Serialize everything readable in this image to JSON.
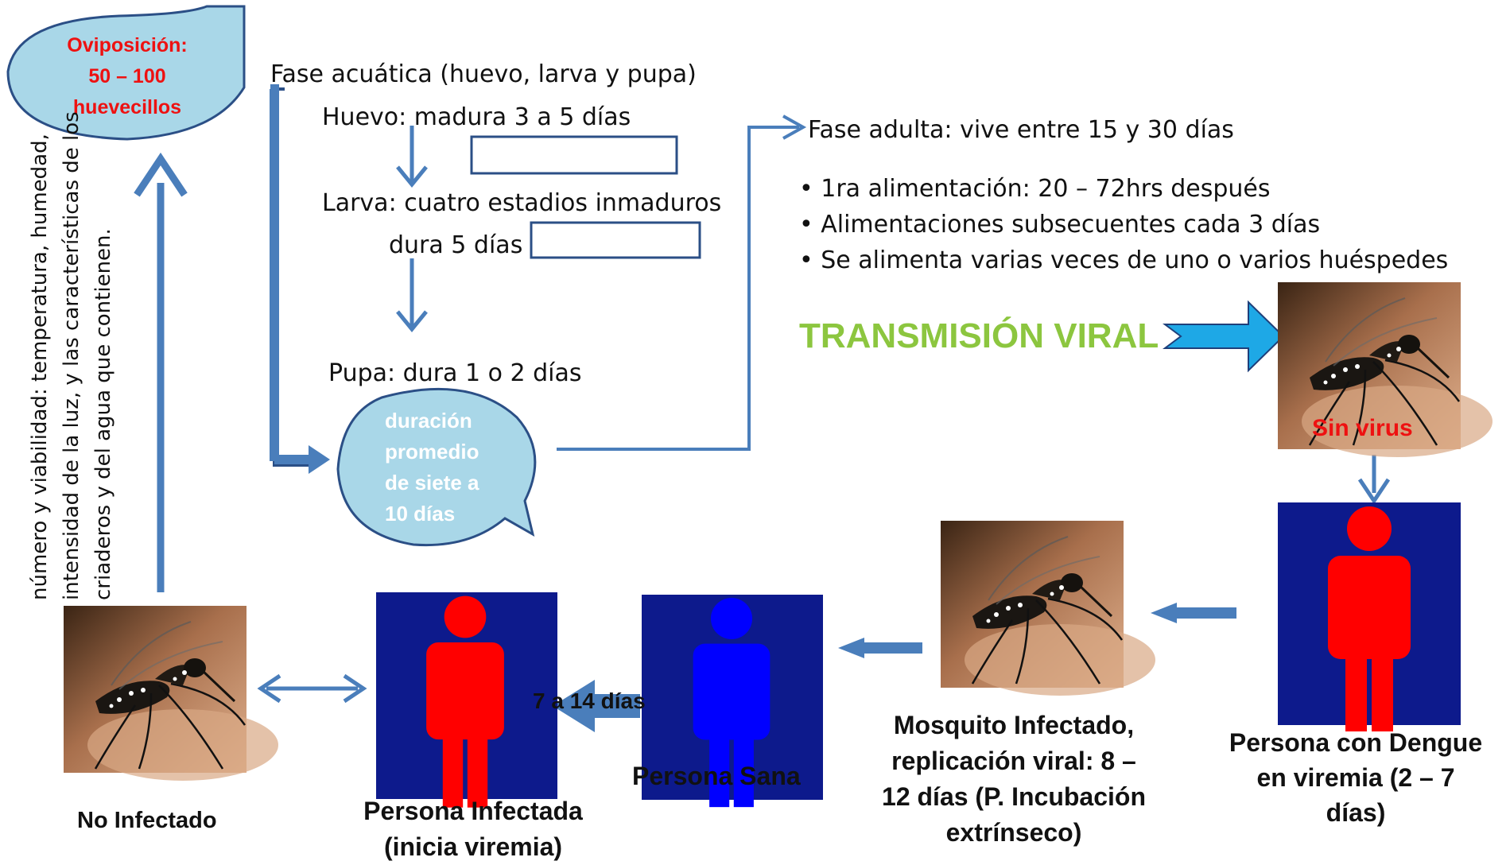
{
  "oviposition": {
    "title": "Oviposición:",
    "range": "50 – 100",
    "unit": "huevecillos"
  },
  "vertical_note": "número y viabilidad: temperatura, humedad, intensidad de la luz, y las características de los criaderos y del agua que contienen.",
  "aquatic": {
    "title": "Fase acuática (huevo, larva y pupa)",
    "egg": "Huevo: madura 3 a 5 días",
    "larva_line1": "Larva: cuatro estadios inmaduros",
    "larva_line2": "dura 5 días",
    "pupa": "Pupa: dura 1 o 2 días",
    "bubble": [
      "duración",
      "promedio",
      "de siete a",
      "10 días"
    ]
  },
  "adult": {
    "title": "Fase  adulta: vive entre 15 y 30 días",
    "bullets": [
      "1ra alimentación: 20 – 72hrs después",
      "Alimentaciones subsecuentes cada 3 días",
      "Se alimenta varias veces de uno o varios huéspedes"
    ]
  },
  "transmission": "TRANSMISIÓN VIRAL",
  "labels": {
    "no_virus": "Sin virus",
    "not_infected": "No Infectado",
    "infected_person": [
      "Persona Infectada",
      "(inicia viremia)"
    ],
    "days_7_14": "7 a 14 días",
    "healthy_person": "Persona Sana",
    "infected_mosquito": [
      "Mosquito Infectado,",
      "replicación viral: 8 –",
      "12 días (P. Incubación",
      "extrínseco)"
    ],
    "dengue_person": [
      "Persona con Dengue",
      "en viremia (2 – 7",
      "días)"
    ]
  },
  "colors": {
    "arrow_blue": "#4a7ebb",
    "bubble_fill": "#a9d7e8",
    "bubble_stroke": "#2b4f86",
    "red_text": "#ee1111",
    "green_text": "#8cc63f",
    "cyan_arrow": "#1ea8e6",
    "tile_blue": "#0d1a8c",
    "person_red": "#ff0000",
    "person_blue": "#0000ff"
  }
}
